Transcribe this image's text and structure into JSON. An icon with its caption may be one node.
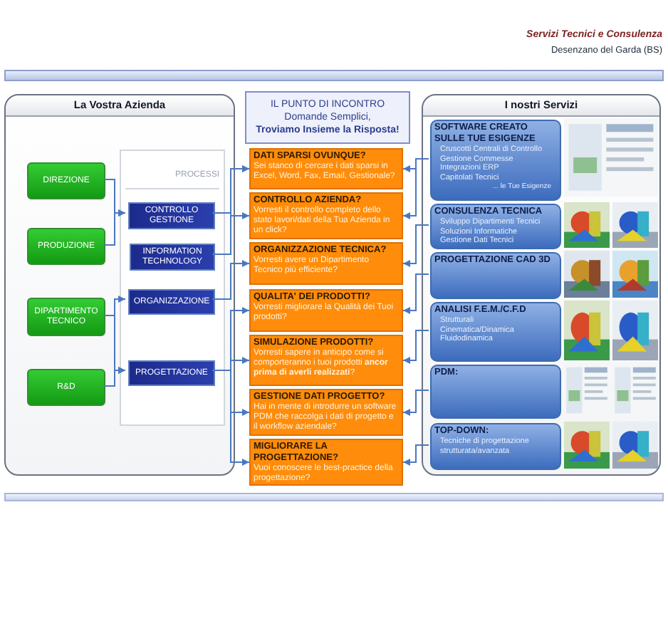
{
  "diagram": {
    "nodes": [
      {
        "text": [
          "La Vostra Azienda"
        ]
      },
      {
        "text": [
          "PROCESSI"
        ],
        "in": 0
      },
      {
        "text": [
          "DIREZIONE"
        ],
        "in": 0
      },
      {
        "text": [
          "PRODUZIONE"
        ],
        "in": 0
      },
      {
        "text": [
          "DIPARTIMENTO TECNICO"
        ],
        "in": 0
      },
      {
        "text": [
          "R&D"
        ],
        "in": 0
      },
      {
        "text": [
          "CONTROLLO GESTIONE"
        ],
        "in": 1
      },
      {
        "text": [
          "INFORMATION TECHNOLOGY"
        ],
        "in": 1
      },
      {
        "text": [
          "ORGANIZZAZIONE"
        ],
        "in": 1
      },
      {
        "text": [
          "PROGETTAZIONE"
        ],
        "in": 1
      },
      {
        "text": [
          "IL PUNTO DI INCONTRO",
          "Domande Semplici,",
          "Troviamo Insieme la Risposta!"
        ]
      },
      {
        "text": [
          "DATI SPARSI OVUNQUE?",
          "Sei stanco di cercare i dati sparsi in Excel, Word, Fax, Email, Gestionale?"
        ]
      },
      {
        "text": [
          "CONTROLLO AZIENDA?",
          "Vorresti il controllo completo dello stato lavori/dati della Tua Azienda in un click?"
        ]
      },
      {
        "text": [
          "ORGANIZZAZIONE TECNICA?",
          "Vorresti avere un Dipartimento Tecnico più efficiente?"
        ]
      },
      {
        "text": [
          "QUALITA' DEI PRODOTTI?",
          "Vorresti migliorare la Qualità dei Tuoi prodotti?"
        ]
      },
      {
        "text": [
          "SIMULAZIONE PRODOTTI?",
          "Vorresti sapere in anticipo come si comporteranno i tuoi prodotti **ancor prima di averli realizzati**?"
        ]
      },
      {
        "text": [
          "GESTIONE DATI PROGETTO?",
          "Hai in mente di introdurre un software PDM che raccolga i dati di progetto e il workflow aziendale?"
        ]
      },
      {
        "text": [
          "MIGLIORARE LA PROGETTAZIONE?",
          "Vuoi conoscere le best-practice della progettazione?"
        ]
      },
      {
        "text": [
          "I nostri Servizi"
        ]
      },
      {
        "text": [
          "SOFTWARE CREATO SULLE TUE ESIGENZE",
          "Cruscotti Centrali di Controllo",
          "Gestione Commesse",
          "Integrazioni ERP",
          "Capitolati Tecnici",
          "... le Tue Esigenze"
        ],
        "in": 18
      },
      {
        "text": [
          "CONSULENZA TECNICA",
          "Sviluppo Dipartimenti Tecnici",
          "Soluzioni Informatiche",
          "Gestione Dati Tecnici"
        ],
        "in": 18
      },
      {
        "text": [
          "PROGETTAZIONE CAD 3D"
        ],
        "in": 18
      },
      {
        "text": [
          "ANALISI F.E.M./C.F.D",
          "Strutturali",
          "Cinematica/Dinamica",
          "Fluidodinamica"
        ],
        "in": 18
      },
      {
        "text": [
          "PDM:"
        ],
        "in": 18
      },
      {
        "text": [
          "TOP-DOWN:",
          "Tecniche di progettazione strutturata/avanzata"
        ],
        "in": 18
      }
    ],
    "edges": [
      {
        "from": 2,
        "to": 6,
        "arrow": "to"
      },
      {
        "from": 3,
        "to": 6,
        "arrow": "to"
      },
      {
        "from": 4,
        "to": 8,
        "arrow": "to"
      },
      {
        "from": 4,
        "to": 9,
        "arrow": "to"
      },
      {
        "from": 5,
        "to": 9,
        "arrow": "to"
      },
      {
        "from": 6,
        "to": 11,
        "arrow": "to"
      },
      {
        "from": 6,
        "to": 12,
        "arrow": "to"
      },
      {
        "from": 7,
        "to": 11,
        "arrow": "to"
      },
      {
        "from": 8,
        "to": 13,
        "arrow": "to"
      },
      {
        "from": 9,
        "to": 14,
        "arrow": "to"
      },
      {
        "from": 9,
        "to": 15,
        "arrow": "to"
      },
      {
        "from": 9,
        "to": 16,
        "arrow": "to"
      },
      {
        "from": 9,
        "to": 17,
        "arrow": "to"
      },
      {
        "from": 19,
        "to": 11,
        "arrow": "to"
      },
      {
        "from": 19,
        "to": 12,
        "arrow": "to"
      },
      {
        "from": 20,
        "to": 13,
        "arrow": "to"
      },
      {
        "from": 21,
        "to": 14,
        "arrow": "to"
      },
      {
        "from": 22,
        "to": 15,
        "arrow": "to"
      },
      {
        "from": 23,
        "to": 16,
        "arrow": "to"
      },
      {
        "from": 24,
        "to": 17,
        "arrow": "to"
      }
    ],
    "labels": [
      "Servizi Tecnici e Consulenza",
      "Desenzano del Garda (BS)"
    ]
  }
}
